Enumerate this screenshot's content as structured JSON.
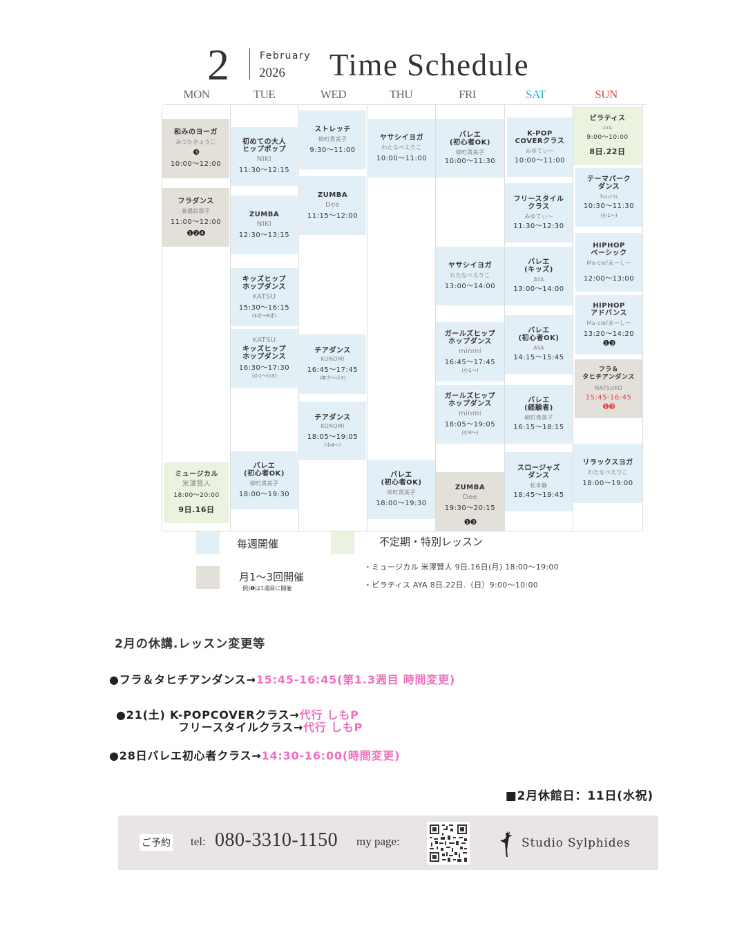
{
  "header": {
    "month_number": "2",
    "month_name": "February",
    "year": "2026",
    "title": "Time Schedule"
  },
  "days": [
    {
      "label": "MON",
      "color": "#666666"
    },
    {
      "label": "TUE",
      "color": "#666666"
    },
    {
      "label": "WED",
      "color": "#666666"
    },
    {
      "label": "THU",
      "color": "#666666"
    },
    {
      "label": "FRI",
      "color": "#666666"
    },
    {
      "label": "SAT",
      "color": "#2ab4c8"
    },
    {
      "label": "SUN",
      "color": "#e0454d"
    }
  ],
  "colors": {
    "weekly": "#e3eff6",
    "monthly": "#e3dfd9",
    "special": "#eaf3e0",
    "accent_pink": "#ef6fc0",
    "accent_red": "#e0454d"
  },
  "classes": {
    "mon": [
      {
        "name": "和みのヨーガ",
        "teacher": "あつたきょうこ",
        "weeks": "❸",
        "time": "10:00〜12:00",
        "type": "monthly"
      },
      {
        "name": "フラダンス",
        "teacher": "髙橋鈴都子",
        "time": "11:00〜12:00",
        "weeks": "❶❷❹",
        "type": "monthly"
      },
      {
        "name": "ミュージカル",
        "teacher": "米澤賢人",
        "time": "18:00〜20:00",
        "dates": "9日.16日",
        "type": "special"
      }
    ],
    "tue": [
      {
        "name": "初めての大人\nヒップポップ",
        "teacher": "NIKI",
        "time": "11:30〜12:15",
        "type": "weekly"
      },
      {
        "name": "ZUMBA",
        "teacher": "NIKI",
        "time": "12:30〜13:15",
        "type": "weekly"
      },
      {
        "name": "キッズヒップ\nホップダンス",
        "teacher": "KATSU",
        "time": "15:30〜16:15",
        "age": "(3才〜6才)",
        "type": "weekly"
      },
      {
        "teacher": "KATSU",
        "name": "キッズヒップ\nホップダンス",
        "time": "16:30〜17:30",
        "age": "(小1〜小3)",
        "type": "weekly"
      },
      {
        "name": "バレエ\n(初心者OK)",
        "teacher": "柳町貴美子",
        "time": "18:00〜19:30",
        "type": "weekly"
      }
    ],
    "wed": [
      {
        "name": "ストレッチ",
        "teacher": "柳町貴美子",
        "time": "9:30〜11:00",
        "type": "weekly"
      },
      {
        "name": "ZUMBA",
        "teacher": "Dee",
        "time": "11:15〜12:00",
        "type": "weekly"
      },
      {
        "name": "チアダンス",
        "teacher": "KONOMI",
        "time": "16:45〜17:45",
        "age": "(年少〜小3)",
        "type": "weekly"
      },
      {
        "name": "チアダンス",
        "teacher": "KONOMI",
        "time": "18:05〜19:05",
        "age": "(小4〜)",
        "type": "weekly"
      }
    ],
    "thu": [
      {
        "name": "ヤサシイヨガ",
        "teacher": "わたなべえりこ",
        "time": "10:00〜11:00",
        "type": "weekly"
      },
      {
        "name": "バレエ\n(初心者OK)",
        "teacher": "柳町貴美子",
        "time": "18:00〜19:30",
        "type": "weekly"
      }
    ],
    "fri": [
      {
        "name": "バレエ\n(初心者OK)",
        "teacher": "柳町貴美子",
        "time": "10:00〜11:30",
        "type": "weekly"
      },
      {
        "name": "ヤサシイヨガ",
        "teacher": "わたなべえりこ",
        "time": "13:00〜14:00",
        "type": "weekly"
      },
      {
        "name": "ガールズヒップ\nホップダンス",
        "teacher": "minmi",
        "time": "16:45〜17:45",
        "age": "(小1〜)",
        "type": "weekly"
      },
      {
        "name": "ガールズヒップ\nホップダンス",
        "teacher": "minmi",
        "time": "18:05〜19:05",
        "age": "(小4〜)",
        "type": "weekly"
      },
      {
        "name": "ZUMBA",
        "teacher": "Dee",
        "time": "19:30〜20:15",
        "weeks": "❶❸",
        "type": "monthly"
      }
    ],
    "sat": [
      {
        "name": "K-POP\nCOVERクラス",
        "teacher": "みゆてぃ〜",
        "time": "10:00〜11:00",
        "type": "weekly"
      },
      {
        "name": "フリースタイル\nクラス",
        "teacher": "みゆてぃ〜",
        "time": "11:30〜12:30",
        "type": "weekly"
      },
      {
        "name": "バレエ\n(キッズ)",
        "teacher": "AYA",
        "time": "13:00〜14:00",
        "type": "weekly"
      },
      {
        "name": "バレエ\n(初心者OK)",
        "teacher": "AYA",
        "time": "14:15〜15:45",
        "type": "weekly"
      },
      {
        "name": "バレエ\n(経験者)",
        "teacher": "柳町貴美子",
        "time": "16:15〜18:15",
        "type": "weekly"
      },
      {
        "name": "スロージャズ\nダンス",
        "teacher": "松本静",
        "time": "18:45〜19:45",
        "type": "weekly"
      }
    ],
    "sun": [
      {
        "name": "ピラティス",
        "teacher": "AYA",
        "time": "9:00〜10:00",
        "dates": "8日.22日",
        "type": "special"
      },
      {
        "name": "テーマパーク\nダンス",
        "teacher": "fuurin",
        "time": "10:30〜11:30",
        "age": "(小1〜)",
        "type": "weekly"
      },
      {
        "name": "HIPHOP\nベーシック",
        "teacher": "Ma-cie/まーしー",
        "time": "12:00〜13:00",
        "type": "weekly"
      },
      {
        "name": "HIPHOP\nアドバンス",
        "teacher": "Ma-cie/まーしー",
        "time": "13:20〜14:20",
        "weeks": "❶❸",
        "type": "weekly"
      },
      {
        "name": "フラ＆\nタヒチアンダンス",
        "teacher": "NATSUKO",
        "time": "15:45-16:45",
        "weeks": "❶❸",
        "type": "monthly"
      },
      {
        "name": "リラックスヨガ",
        "teacher": "わたなべえりこ",
        "time": "18:00〜19:00",
        "type": "weekly"
      }
    ]
  },
  "legend": {
    "weekly": "毎週開催",
    "special": "不定期・特別レッスン",
    "monthly": "月1〜3回開催",
    "monthly_note": "例)❶は1週目に開催",
    "special_notes": [
      "・ミュージカル 米澤賢人  9日.16日(月) 18:00〜19:00",
      "・ピラティス AYA    8日.22日.（日）9:00〜10:00"
    ]
  },
  "notices": {
    "title": "2月の休講.レッスン変更等",
    "items": [
      {
        "prefix": "●フラ＆タヒチアンダンス→",
        "highlight": "15:45-16:45(第1.3週目 時間変更)"
      },
      {
        "prefix": "●21(土)   K-POPCOVERクラス→",
        "highlight": "代行 しもP"
      },
      {
        "prefix": "フリースタイルクラス→",
        "highlight": "代行 しもP"
      },
      {
        "prefix": "●28日バレエ初心者クラス→",
        "highlight": "14:30-16:00(時間変更)"
      }
    ],
    "closed_day": "■2月休館日：11日(水祝)"
  },
  "footer": {
    "reserve_label": "ご予約",
    "tel_label": "tel:",
    "tel": "080-3310-1150",
    "mypage_label": "my page:",
    "studio_name": "Studio Sylphides"
  }
}
